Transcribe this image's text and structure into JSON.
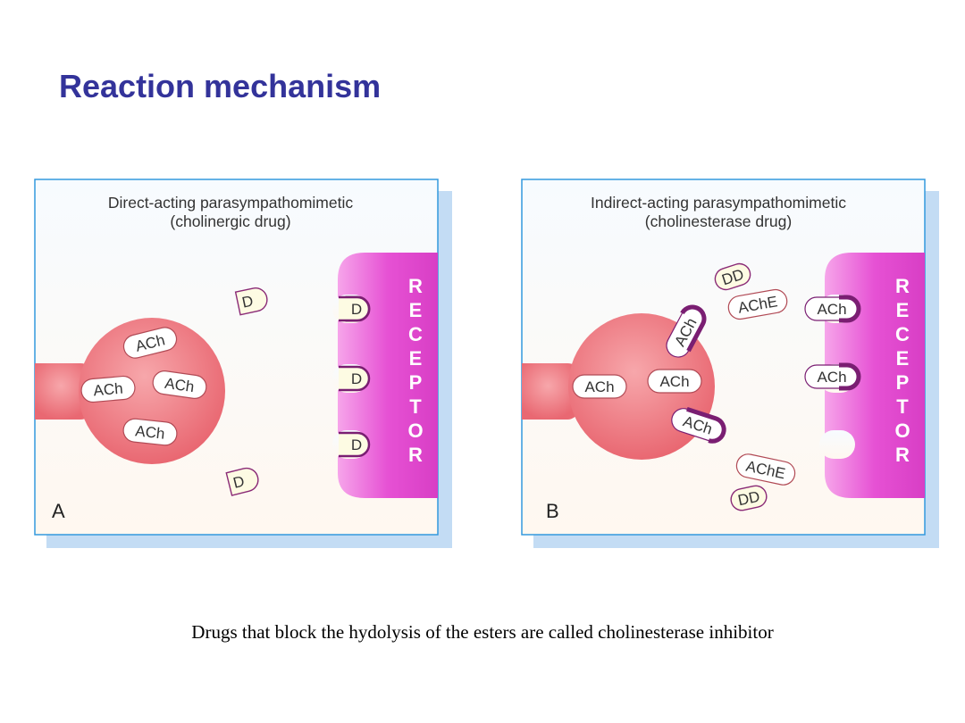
{
  "slide": {
    "title": "Reaction mechanism",
    "caption": "Drugs  that block the hydolysis of the esters are called cholinesterase inhibitor"
  },
  "colors": {
    "title": "#33339a",
    "panel_border": "#3399dd",
    "panel_shadow": "#c3dcf4",
    "neuron": "#ee7a82",
    "receptor": "#e34fd0",
    "pill_outline": "#7a1e72"
  },
  "panel_a": {
    "heading_line1": "Direct-acting parasympathomimetic",
    "heading_line2": "(cholinergic drug)",
    "corner_label": "A",
    "receptor_label": "RECEPTOR",
    "neuron_labels": [
      "ACh",
      "ACh",
      "ACh",
      "ACh"
    ],
    "drug_label": "D"
  },
  "panel_b": {
    "heading_line1": "Indirect-acting parasympathomimetic",
    "heading_line2": "(cholinesterase drug)",
    "corner_label": "B",
    "receptor_label": "RECEPTOR",
    "ach_label": "ACh",
    "enzyme_label": "AChE",
    "inhibitor_label": "DD"
  }
}
